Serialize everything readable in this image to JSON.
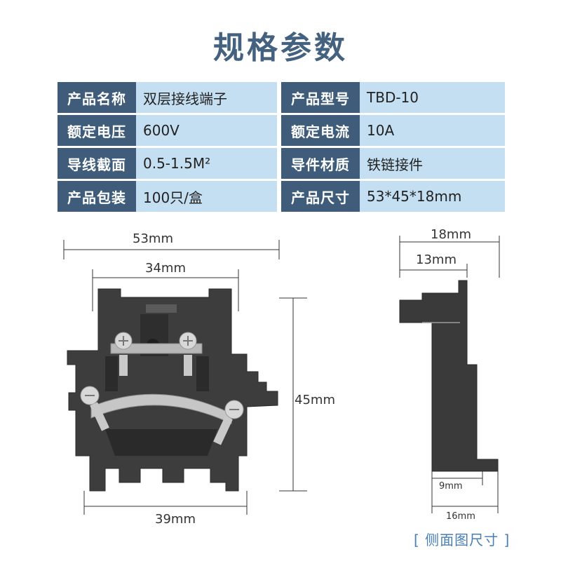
{
  "title": "规格参数",
  "specs": [
    {
      "label": "产品名称",
      "value": "双层接线端子",
      "label2": "产品型号",
      "value2": "TBD-10"
    },
    {
      "label": "额定电压",
      "value": "600V",
      "label2": "额定电流",
      "value2": "10A"
    },
    {
      "label": "导线截面",
      "value": "0.5-1.5M²",
      "label2": "导件材质",
      "value2": "铁链接件"
    },
    {
      "label": "产品包装",
      "value": "100只/盒",
      "label2": "产品尺寸",
      "value2": "53*45*18mm"
    }
  ],
  "dimensions": {
    "front_width": "53mm",
    "front_inner_width": "34mm",
    "front_height": "45mm",
    "front_base_width": "39mm",
    "side_width": "18mm",
    "side_inner_width": "13mm",
    "side_foot_inner": "9mm",
    "side_foot_width": "16mm"
  },
  "caption": "[ 侧面图尺寸 ]",
  "colors": {
    "title": "#44627f",
    "label_bg": "#3f5d7b",
    "value_bg": "#c4dff1",
    "product_body": "#3d3d3d",
    "caption": "#4a7fb5"
  }
}
